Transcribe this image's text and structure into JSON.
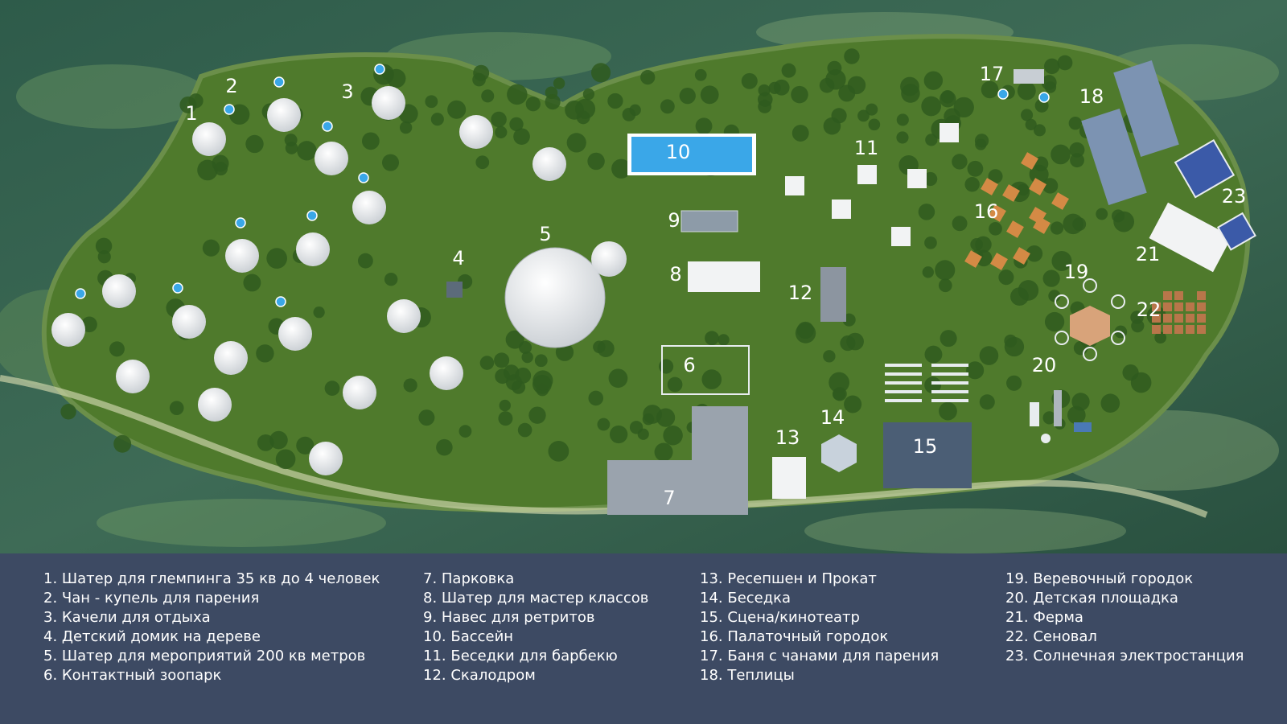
{
  "map": {
    "markers": [
      {
        "number": "1"
      },
      {
        "number": "2"
      },
      {
        "number": "3"
      },
      {
        "number": "4"
      },
      {
        "number": "5"
      },
      {
        "number": "6"
      },
      {
        "number": "7"
      },
      {
        "number": "8"
      },
      {
        "number": "9"
      },
      {
        "number": "10"
      },
      {
        "number": "11"
      },
      {
        "number": "12"
      },
      {
        "number": "13"
      },
      {
        "number": "14"
      },
      {
        "number": "15"
      },
      {
        "number": "16"
      },
      {
        "number": "17"
      },
      {
        "number": "18"
      },
      {
        "number": "19"
      },
      {
        "number": "20"
      },
      {
        "number": "21"
      },
      {
        "number": "22"
      },
      {
        "number": "23"
      }
    ],
    "colors": {
      "water": "#2f5a4a",
      "grass": "#4f7a2c",
      "tree": "#2e5a1e",
      "tent": "#e6e9ec",
      "pool": "#3aa7e8",
      "legend_background": "#3d4a63",
      "text": "#ffffff"
    }
  },
  "legend": {
    "columns": [
      [
        "1. Шатер для глемпинга 35 кв до 4 человек",
        "2. Чан - купель для парения",
        "3. Качели для отдыха",
        "4. Детский домик на дереве",
        "5. Шатер для мероприятий 200 кв метров",
        "6. Контактный зоопарк"
      ],
      [
        "7. Парковка",
        "8. Шатер для мастер классов",
        "9. Навес для ретритов",
        "10. Бассейн",
        "11. Беседки для барбекю",
        "12. Скалодром"
      ],
      [
        "13. Ресепшен и Прокат",
        "14. Беседка",
        "15. Сцена/кинотеатр",
        "16. Палаточный городок",
        "17. Баня с чанами для парения",
        "18. Теплицы"
      ],
      [
        "19. Веревочный городок",
        "20. Детская площадка",
        "21. Ферма",
        "22. Сеновал",
        "23. Солнечная электростанция"
      ]
    ]
  }
}
